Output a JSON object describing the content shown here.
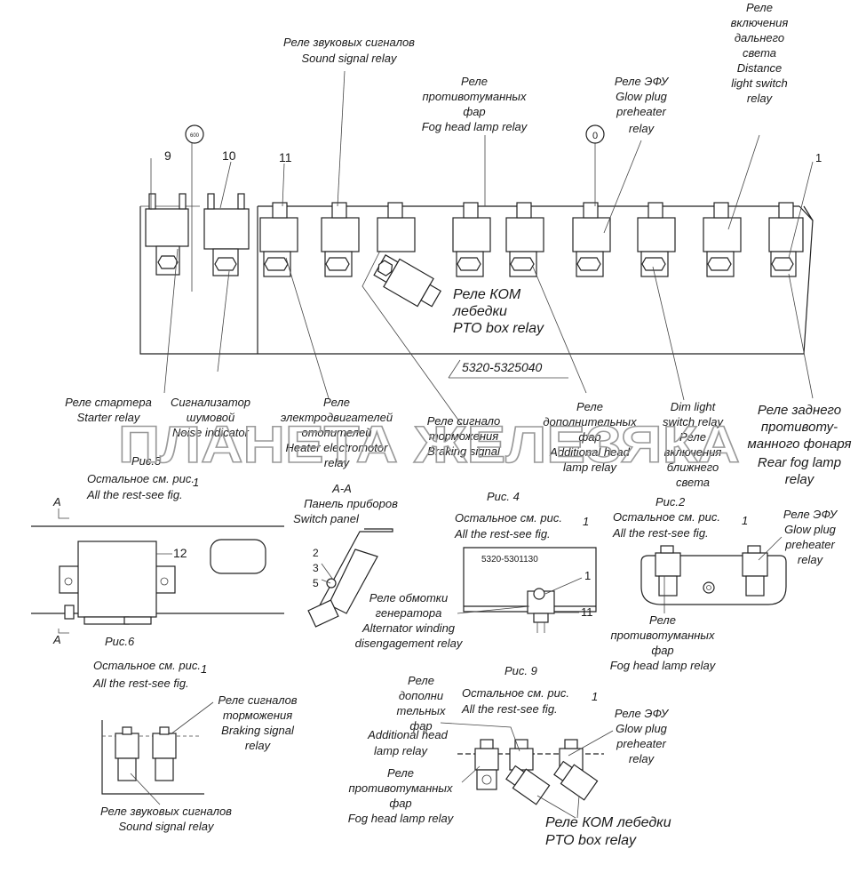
{
  "main": {
    "labels": {
      "sound_ru": "Реле звуковых сигналов",
      "sound_en": "Sound signal relay",
      "fog_ru1": "Реле",
      "fog_ru2": "противотуманных",
      "fog_ru3": "фар",
      "fog_en": "Fog head lamp relay",
      "glow_ru": "Реле ЭФУ",
      "glow_en1": "Glow plug",
      "glow_en2": "preheater",
      "glow_en3": "relay",
      "dist_ru1": "Реле",
      "dist_ru2": "включения",
      "dist_ru3": "дальнего",
      "dist_ru4": "света",
      "dist_en1": "Distance",
      "dist_en2": "light switch",
      "dist_en3": "relay",
      "pto_ru1": "Реле КОМ",
      "pto_ru2": "лебедки",
      "pto_en": "PTO box relay",
      "part_no": "5320-5325040",
      "starter_ru": "Реле стартера",
      "starter_en": "Starter relay",
      "noise_ru1": "Сигнализатор",
      "noise_ru2": "шумовой",
      "noise_en": "Noise indicator",
      "heater_ru1": "Реле",
      "heater_ru2": "электродвигателей",
      "heater_ru3": "отопителей",
      "heater_en1": "Heater electromotor",
      "heater_en2": "relay",
      "brake_ru1": "Реле сигнало",
      "brake_ru2": "торможения",
      "brake_en": "Braking signal",
      "addl_ru1": "Реле",
      "addl_ru2": "дополнительных",
      "addl_ru3": "фар",
      "addl_en1": "Additional head",
      "addl_en2": "lamp relay",
      "dim_en1": "Dim light",
      "dim_en2": "switch relay",
      "dim_ru1": "Реле",
      "dim_ru2": "включения",
      "dim_ru3": "ближнего",
      "dim_ru4": "света",
      "rear_ru1": "Реле заднего",
      "rear_ru2": "противоту-",
      "rear_ru3": "манного фонаря",
      "rear_en1": "Rear fog lamp",
      "rear_en2": "relay",
      "n9": "9",
      "n10": "10",
      "n11": "11",
      "n1": "1",
      "badge600": "600",
      "badge0": "0"
    },
    "watermark": "ПЛАНЕТА ЖЕЛЕЗЯКА"
  },
  "fig5": {
    "title": "Рис.5",
    "rest_ru": "Остальное см. рис.",
    "rest_num": "1",
    "rest_en": "All the rest-see fig.",
    "section_a": "A",
    "n12": "12"
  },
  "fig6": {
    "title": "Рис.6",
    "rest_ru": "Остальное см. рис.",
    "rest_num": "1",
    "rest_en": "All the rest-see fig.",
    "brake_ru1": "Реле сигналов",
    "brake_ru2": "торможения",
    "brake_en1": "Braking signal",
    "brake_en2": "relay",
    "sound_ru": "Реле звуковых сигналов",
    "sound_en": "Sound signal relay"
  },
  "aa": {
    "title": "А-А",
    "panel_ru": "Панель приборов",
    "panel_en": "Switch panel",
    "n2": "2",
    "n3": "3",
    "n5": "5"
  },
  "fig4": {
    "title": "Рис. 4",
    "rest_ru": "Остальное см. рис.",
    "rest_num": "1",
    "rest_en": "All the rest-see fig.",
    "part_no": "5320-5301130",
    "n1": "1",
    "n11": "11",
    "alt_ru1": "Реле обмотки",
    "alt_ru2": "генератора",
    "alt_en1": "Alternator winding",
    "alt_en2": "disengagement relay"
  },
  "fig2": {
    "title": "Рис.2",
    "rest_ru": "Остальное см. рис.",
    "rest_num": "1",
    "rest_en": "All the rest-see fig.",
    "glow_ru": "Реле ЭФУ",
    "glow_en1": "Glow plug",
    "glow_en2": "preheater",
    "glow_en3": "relay",
    "fog_ru1": "Реле",
    "fog_ru2": "противотуманных",
    "fog_ru3": "фар",
    "fog_en": "Fog head lamp relay"
  },
  "fig9": {
    "title": "Рис. 9",
    "rest_ru": "Остальное см. рис.",
    "rest_num": "1",
    "rest_en": "All the rest-see fig.",
    "addl_ru1": "Реле",
    "addl_ru2": "дополни",
    "addl_ru3": "тельных",
    "addl_ru4": "фар",
    "addl_en1": "Additional head",
    "addl_en2": "lamp relay",
    "fog_ru1": "Реле",
    "fog_ru2": "противотуманных",
    "fog_ru3": "фар",
    "fog_en": "Fog head lamp relay",
    "glow_ru": "Реле ЭФУ",
    "glow_en1": "Glow plug",
    "glow_en2": "preheater",
    "glow_en3": "relay",
    "pto_ru": "Реле КОМ лебедки",
    "pto_en": "PTO box relay"
  }
}
